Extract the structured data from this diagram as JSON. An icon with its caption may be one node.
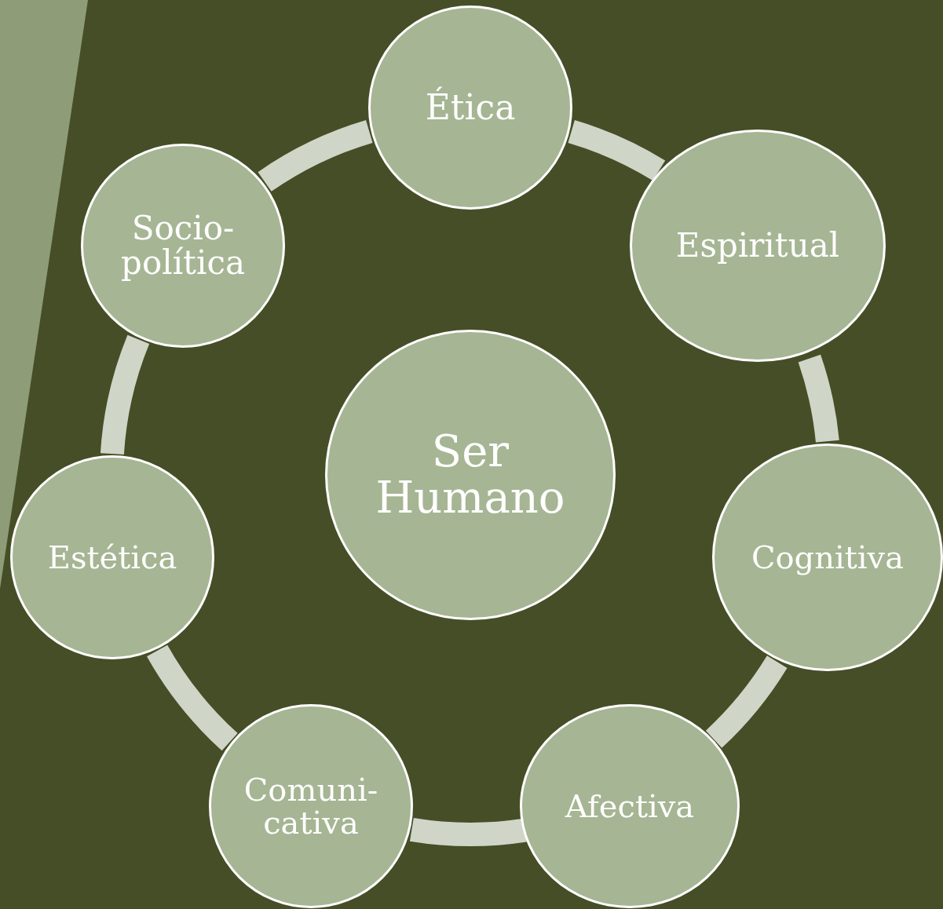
{
  "diagram": {
    "nodes": [
      {
        "text": [
          "Ética"
        ]
      },
      {
        "text": [
          "Espiritual"
        ]
      },
      {
        "text": [
          "Cognitiva"
        ]
      },
      {
        "text": [
          "Afectiva"
        ]
      },
      {
        "text": [
          "Comuni- cativa"
        ]
      },
      {
        "text": [
          "Estética"
        ]
      },
      {
        "text": [
          "Socio- política"
        ]
      },
      {
        "text": [
          "Ser Humano"
        ]
      }
    ],
    "edges": [
      {
        "from": 0,
        "to": 1,
        "arrow": "none"
      },
      {
        "from": 1,
        "to": 2,
        "arrow": "none"
      },
      {
        "from": 2,
        "to": 3,
        "arrow": "none"
      },
      {
        "from": 3,
        "to": 4,
        "arrow": "none"
      },
      {
        "from": 4,
        "to": 5,
        "arrow": "none"
      },
      {
        "from": 5,
        "to": 6,
        "arrow": "none"
      },
      {
        "from": 6,
        "to": 0,
        "arrow": "none"
      }
    ]
  }
}
